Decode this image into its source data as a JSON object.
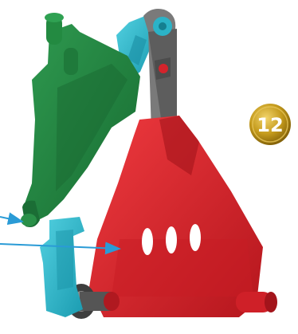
{
  "step": {
    "number": "12",
    "badge_color": "#b38a12"
  },
  "colors": {
    "green_part": "#1f7a3b",
    "red_part": "#d4232b",
    "cyan_part": "#2bb3c7",
    "grey_hinge": "#6b6b6b",
    "arrow": "#2a9bd6"
  },
  "parts": [
    {
      "name": "green-bracket",
      "icon": "bracket-icon"
    },
    {
      "name": "red-triangle-panel",
      "icon": "panel-icon"
    },
    {
      "name": "cyan-clip",
      "icon": "clip-icon"
    },
    {
      "name": "grey-hinge-link",
      "icon": "hinge-icon"
    }
  ]
}
